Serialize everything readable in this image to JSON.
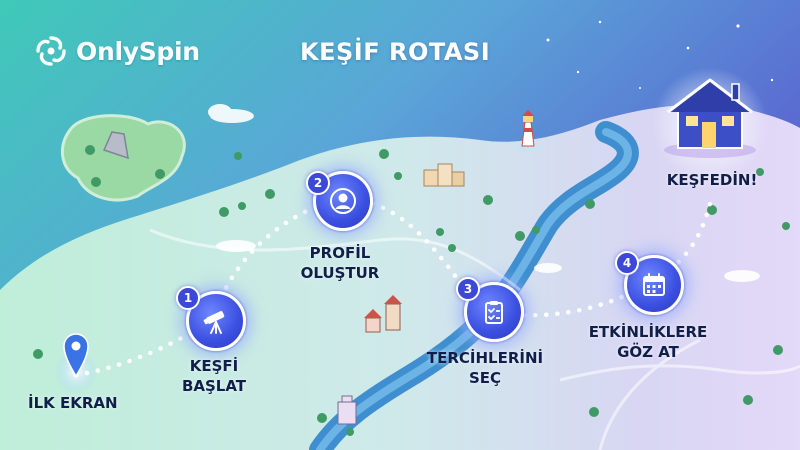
{
  "brand": {
    "name": "OnlySpin",
    "logo_icon": "spin-swirl-logo-icon"
  },
  "title": "KEŞİF ROTASI",
  "colors": {
    "accent": "#3c48d6",
    "route_dots": "#ffffff",
    "river": "#3f8fd0",
    "label": "#0f1f4a"
  },
  "start": {
    "label": "İLK EKRAN",
    "icon": "location-pin-icon"
  },
  "steps": [
    {
      "number": "1",
      "line1": "KEŞFİ",
      "line2": "BAŞLAT",
      "icon": "telescope-icon"
    },
    {
      "number": "2",
      "line1": "PROFİL",
      "line2": "OLUŞTUR",
      "icon": "user-profile-icon"
    },
    {
      "number": "3",
      "line1": "TERCİHLERİNİ",
      "line2": "SEÇ",
      "icon": "clipboard-check-icon"
    },
    {
      "number": "4",
      "line1": "ETKİNLİKLERE",
      "line2": "GÖZ AT",
      "icon": "calendar-icon"
    }
  ],
  "end": {
    "label": "KEŞFEDİN!",
    "icon": "house-icon"
  }
}
